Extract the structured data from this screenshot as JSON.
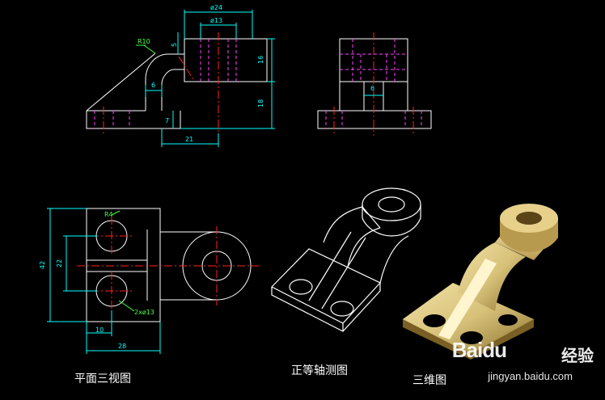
{
  "dimensions": {
    "d24": "ø24",
    "d13": "ø13",
    "r10": "R10",
    "d5": "5",
    "d16": "16",
    "d18": "18",
    "d6": "6",
    "d7": "7",
    "d21": "21",
    "side6": "6",
    "r_small": "R4",
    "d42": "42",
    "d22": "22",
    "holes": "2xø13",
    "d10": "10",
    "d28": "28"
  },
  "captions": {
    "three_view": "平面三视图",
    "isometric": "正等轴测图",
    "model_3d": "三维图"
  },
  "watermark": {
    "logo": "Baidu",
    "logo_cn": "经验",
    "url": "jingyan.baidu.com"
  },
  "colors": {
    "background": "#000000",
    "outline": "#ffffff",
    "centerline": "#ff2020",
    "hidden": "#ff40ff",
    "dimension": "#00ffff",
    "leader": "#40ff40",
    "model_body": "#d8c27a",
    "model_shadow": "#8a6f2e"
  }
}
